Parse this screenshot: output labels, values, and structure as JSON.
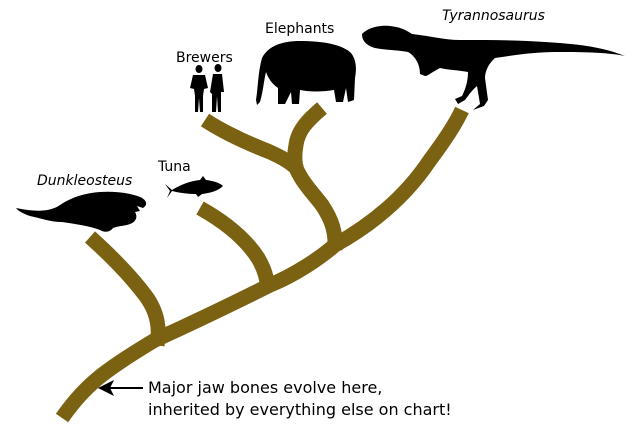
{
  "diagram": {
    "type": "phylogenetic-tree",
    "branch_color": "#7b6213",
    "taxa": [
      {
        "id": "dunkleosteus",
        "label": "Dunkleosteus",
        "italic": true,
        "icon": "dunkleosteus-silhouette-icon"
      },
      {
        "id": "tuna",
        "label": "Tuna",
        "italic": false,
        "icon": "tuna-silhouette-icon"
      },
      {
        "id": "brewers",
        "label": "Brewers",
        "italic": false,
        "icon": "humans-silhouette-icon"
      },
      {
        "id": "elephants",
        "label": "Elephants",
        "italic": false,
        "icon": "elephant-silhouette-icon"
      },
      {
        "id": "tyrannosaurus",
        "label": "Tyrannosaurus",
        "italic": true,
        "icon": "tyrannosaurus-silhouette-icon"
      }
    ],
    "annotation": {
      "line1": "Major jaw bones evolve here,",
      "line2": "inherited by everything else on chart!",
      "pointer": "left-arrow-icon"
    }
  }
}
